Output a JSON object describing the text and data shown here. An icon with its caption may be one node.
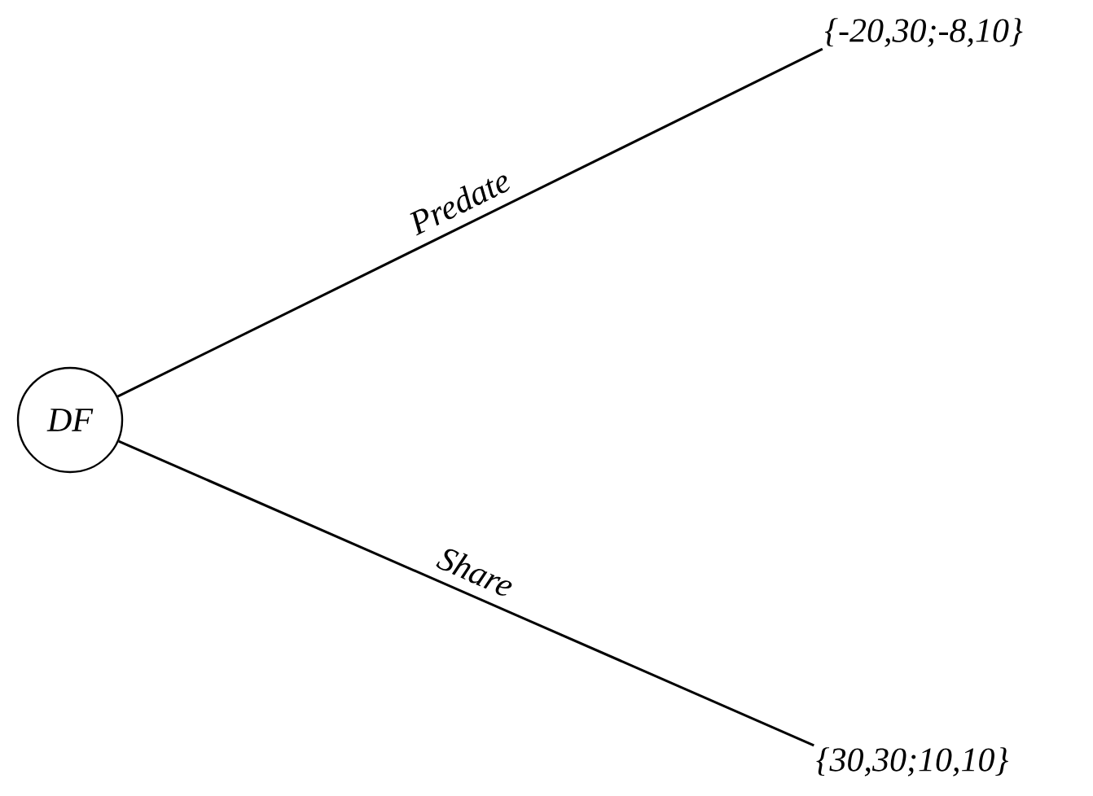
{
  "diagram": {
    "nodes": [
      {
        "text": [
          "DF"
        ]
      },
      {
        "text": [
          "{-20,30;-8,10}"
        ]
      },
      {
        "text": [
          "{30,30;10,10}"
        ]
      }
    ],
    "edges": [
      {
        "from": 0,
        "to": 1,
        "arrow": "none",
        "label": "Predate"
      },
      {
        "from": 0,
        "to": 2,
        "arrow": "none",
        "label": "Share"
      }
    ]
  }
}
